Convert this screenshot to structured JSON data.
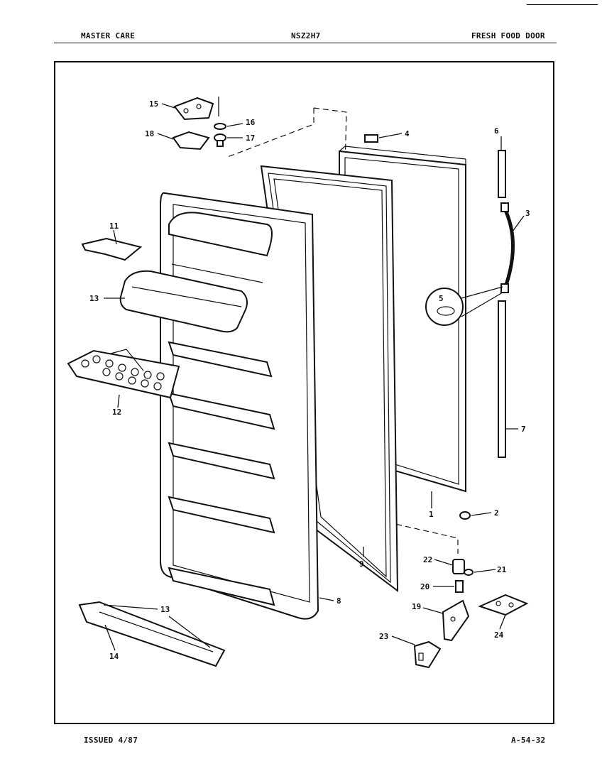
{
  "header": {
    "brand": "MASTER CARE",
    "model": "NSZ2H7",
    "section": "FRESH FOOD DOOR"
  },
  "footer": {
    "issued": "ISSUED 4/87",
    "page_code": "A-54-32"
  },
  "callouts": {
    "c1": "1",
    "c2": "2",
    "c3": "3",
    "c4": "4",
    "c5": "5",
    "c6": "6",
    "c7": "7",
    "c8": "8",
    "c9": "9",
    "c11": "11",
    "c12": "12",
    "c13a": "13",
    "c13b": "13",
    "c14": "14",
    "c15": "15",
    "c16": "16",
    "c17": "17",
    "c18": "18",
    "c19": "19",
    "c20": "20",
    "c21": "21",
    "c22": "22",
    "c23": "23",
    "c24": "24"
  }
}
